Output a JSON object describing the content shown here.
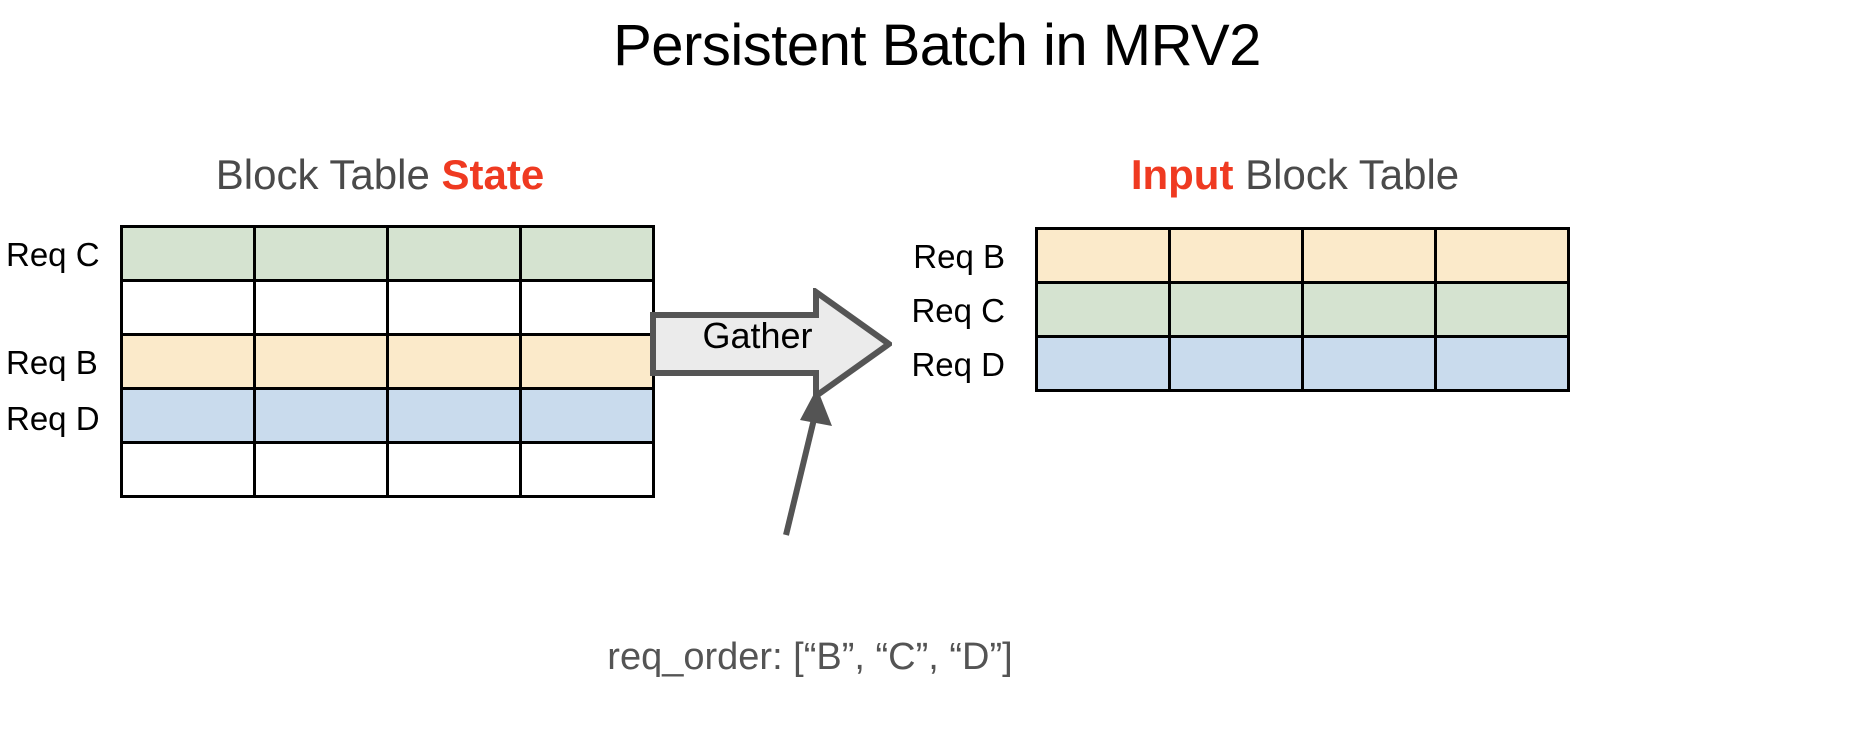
{
  "title": "Persistent Batch in MRV2",
  "colors": {
    "accent_red": "#ef3a21",
    "heading_gray": "#4a4a4a",
    "green_cell": "#d5e3d0",
    "yellow_cell": "#fbeaca",
    "blue_cell": "#c9dbed",
    "empty_cell": "#ffffff",
    "cell_border": "#000000",
    "arrow_fill": "#ebebeb",
    "arrow_stroke": "#555555",
    "callout_text": "#545454"
  },
  "left_panel": {
    "heading_prefix": "Block Table ",
    "heading_accent": "State",
    "columns": 4,
    "rows": [
      {
        "label": "Req C",
        "color_key": "green_cell",
        "filled": true
      },
      {
        "label": "",
        "color_key": "empty_cell",
        "filled": false
      },
      {
        "label": "Req B",
        "color_key": "yellow_cell",
        "filled": true
      },
      {
        "label": "Req D",
        "color_key": "blue_cell",
        "filled": true
      },
      {
        "label": "",
        "color_key": "empty_cell",
        "filled": false
      }
    ]
  },
  "gather": {
    "label": "Gather",
    "icon": "right-block-arrow"
  },
  "right_panel": {
    "heading_accent": "Input",
    "heading_suffix": " Block Table",
    "columns": 4,
    "rows": [
      {
        "label": "Req B",
        "color_key": "yellow_cell",
        "filled": true
      },
      {
        "label": "Req C",
        "color_key": "green_cell",
        "filled": true
      },
      {
        "label": "Req D",
        "color_key": "blue_cell",
        "filled": true
      }
    ]
  },
  "callout": {
    "text": "req_order: [“B”, “C”, “D”]",
    "order": [
      "B",
      "C",
      "D"
    ],
    "icon": "callout-arrow-up-right"
  }
}
